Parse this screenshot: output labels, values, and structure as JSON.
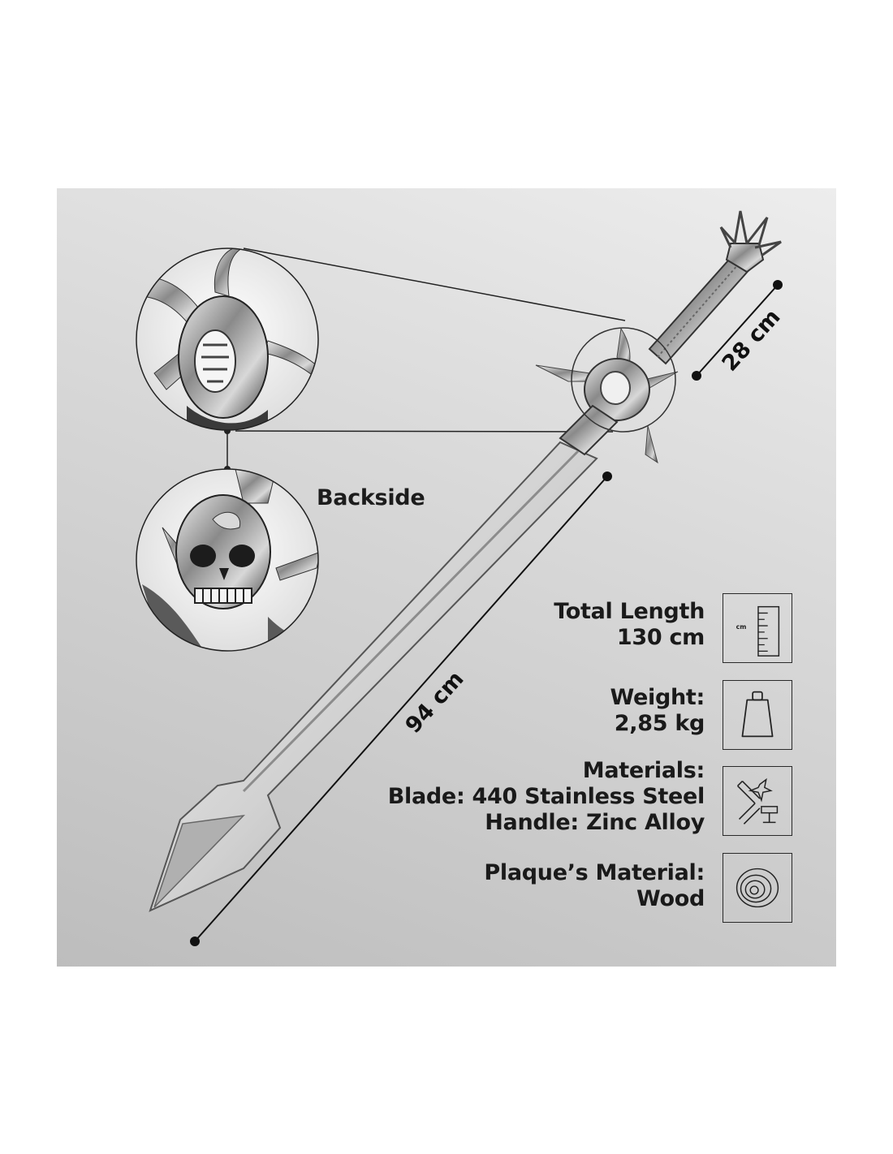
{
  "backside_label": "Backside",
  "dimensions": {
    "guard_length": "28 cm",
    "blade_length": "94 cm"
  },
  "specs": [
    {
      "lines": [
        "Total Length",
        "130 cm"
      ],
      "icon": "ruler-icon",
      "icon_text": "cm"
    },
    {
      "lines": [
        "Weight:",
        "2,85 kg"
      ],
      "icon": "weight-icon"
    },
    {
      "lines": [
        "Materials:",
        "Blade: 440 Stainless Steel",
        "Handle: Zinc Alloy"
      ],
      "icon": "materials-icon"
    },
    {
      "lines": [
        "Plaque’s Material:",
        "Wood"
      ],
      "icon": "wood-grain-icon"
    }
  ]
}
